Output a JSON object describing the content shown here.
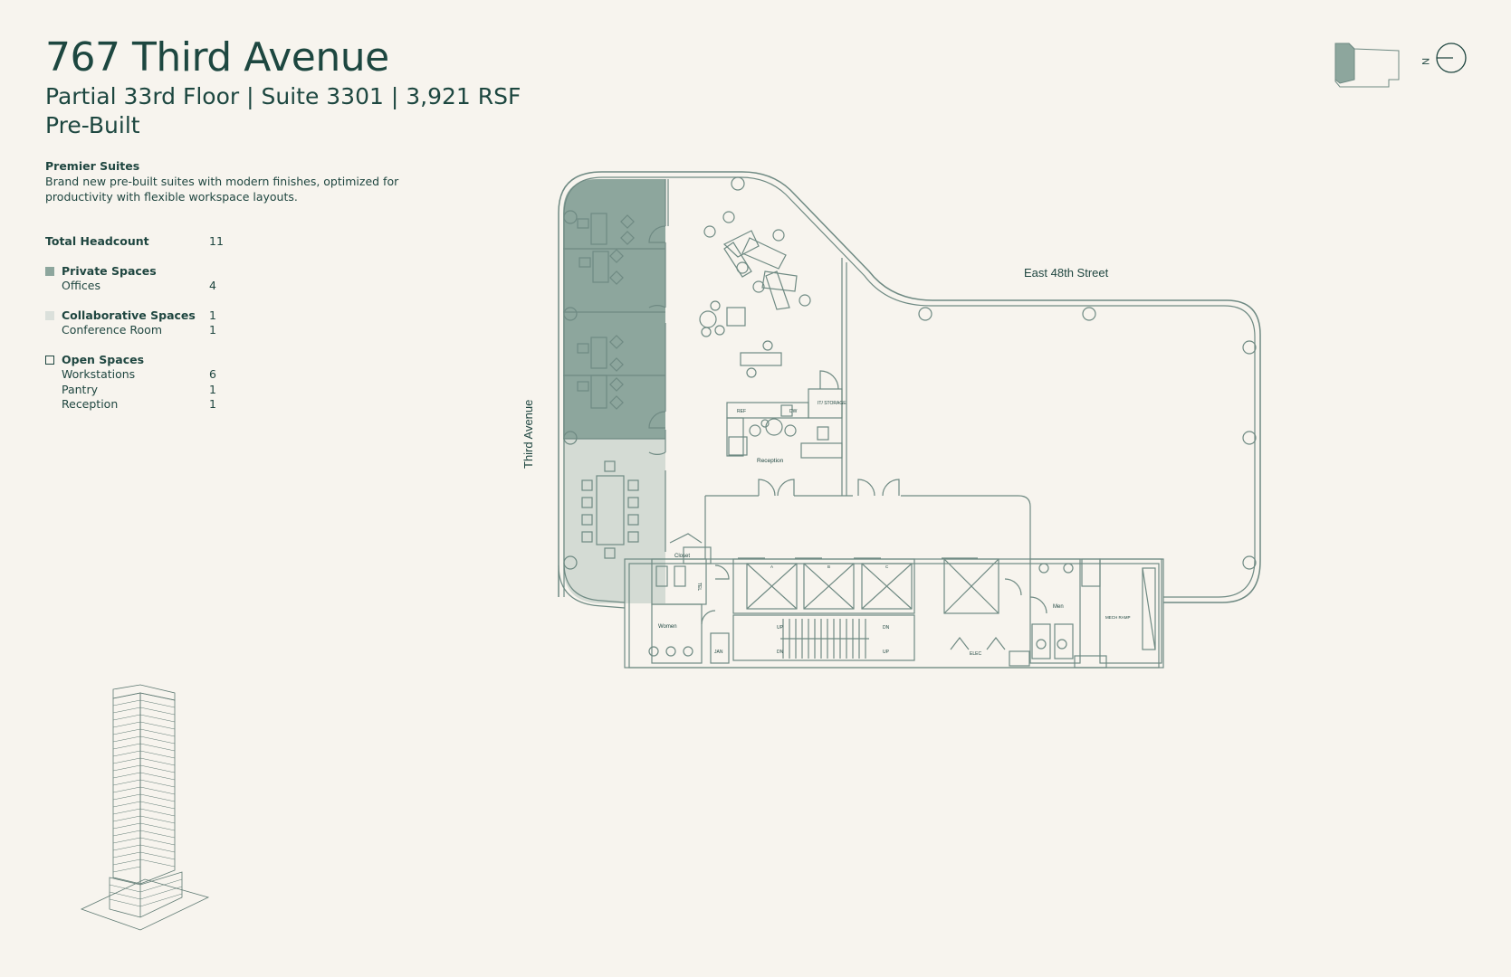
{
  "header": {
    "title": "767 Third Avenue",
    "subtitle": "Partial 33rd Floor  |  Suite 3301  |  3,921 RSF",
    "subtitle2": "Pre-Built"
  },
  "intro": {
    "heading": "Premier Suites",
    "body": "Brand new pre-built suites with modern finishes, optimized for productivity with flexible workspace layouts."
  },
  "stats": {
    "total_label": "Total Headcount",
    "total_value": "11",
    "private": {
      "label": "Private Spaces",
      "items": [
        {
          "label": "Offices",
          "value": "4"
        }
      ]
    },
    "collaborative": {
      "label": "Collaborative Spaces",
      "value": "1",
      "items": [
        {
          "label": "Conference Room",
          "value": "1"
        }
      ]
    },
    "open": {
      "label": "Open Spaces",
      "items": [
        {
          "label": "Workstations",
          "value": "6"
        },
        {
          "label": "Pantry",
          "value": "1"
        },
        {
          "label": "Reception",
          "value": "1"
        }
      ]
    }
  },
  "plan": {
    "street_east": "East 48th Street",
    "street_third": "Third Avenue",
    "labels": {
      "reception": "Reception",
      "storage": "IT/ STORAGE",
      "ref": "REF",
      "dw": "DW",
      "closet": "Closet",
      "tel": "TEL",
      "women": "Women",
      "jan": "JAN",
      "men": "Men",
      "mech": "MECH RAMP",
      "elec": "ELEC",
      "up1": "UP",
      "dn1": "DN",
      "dn2": "DN",
      "up2": "UP",
      "elev_a": "A",
      "elev_b": "B",
      "elev_c": "C"
    }
  },
  "compass": {
    "north": "N"
  },
  "colors": {
    "background": "#f7f4ee",
    "ink": "#1f4640",
    "private": "#8da69d",
    "collaborative": "#d4dbd4",
    "wall": "#6f8a83"
  }
}
